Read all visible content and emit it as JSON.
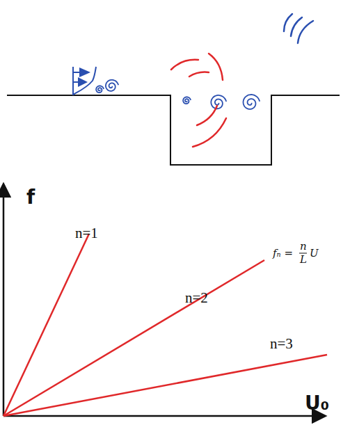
{
  "diagram": {
    "labels": [
      "f",
      "n=1",
      "n=2",
      "n=3",
      "U₀",
      "fₙ =",
      "n",
      "L",
      "U"
    ]
  }
}
